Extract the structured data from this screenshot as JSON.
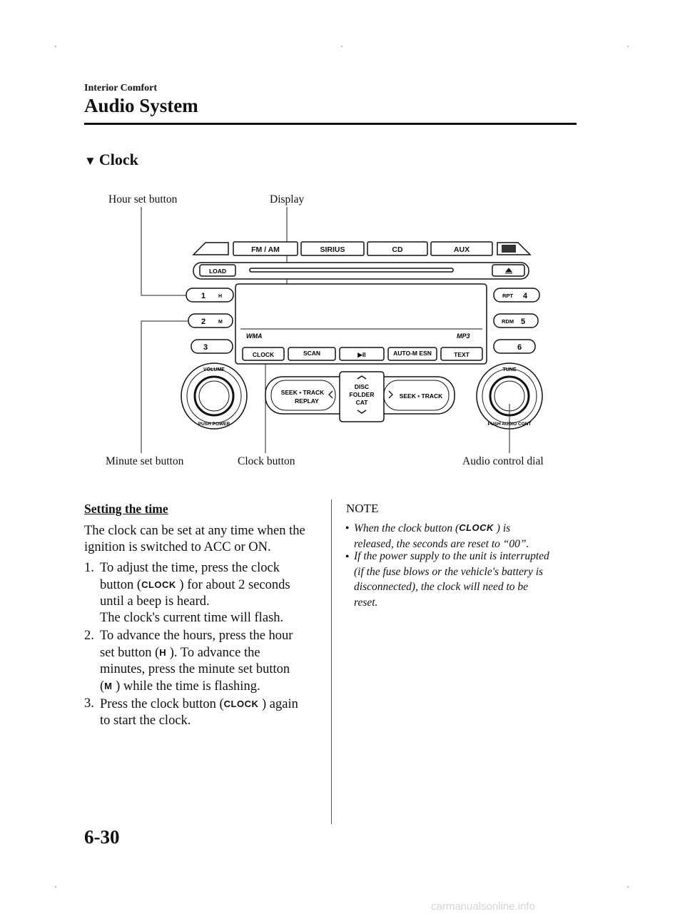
{
  "header": {
    "section": "Interior Comfort",
    "title": "Audio System"
  },
  "clock_heading": {
    "marker": "▼",
    "text": "Clock"
  },
  "figure": {
    "callouts": {
      "hour_set": "Hour set button",
      "display": "Display",
      "minute_set": "Minute set button",
      "clock_button": "Clock button",
      "audio_dial": "Audio control dial"
    },
    "panel": {
      "top_buttons": [
        "FM / AM",
        "SIRIUS",
        "CD",
        "AUX"
      ],
      "load": "LOAD",
      "eject_icon": "eject-icon",
      "presets_left": [
        {
          "num": "1",
          "tag": "H"
        },
        {
          "num": "2",
          "tag": "M"
        },
        {
          "num": "3",
          "tag": ""
        }
      ],
      "presets_right": [
        {
          "num": "4",
          "tag": "RPT"
        },
        {
          "num": "5",
          "tag": "RDM"
        },
        {
          "num": "6",
          "tag": ""
        }
      ],
      "bottom_row": [
        "CLOCK",
        "SCAN",
        "▶II",
        "AUTO-M  ESN",
        "TEXT"
      ],
      "seek_left": {
        "line1": "SEEK • TRACK",
        "line2": "REPLAY"
      },
      "center_block": [
        "DISC",
        "FOLDER",
        "CAT"
      ],
      "seek_right": "SEEK • TRACK",
      "volume_top": "VOLUME",
      "volume_bottom": "PUSH POWER",
      "tune_top": "TUNE",
      "tune_bottom": "PUSH AUDIO CONT"
    }
  },
  "setting": {
    "heading": "Setting the time",
    "intro": [
      "The clock can be set at any time when the",
      "ignition is switched to ACC or ON."
    ],
    "steps": [
      {
        "num": "1.",
        "lines": [
          "To adjust the time, press the clock",
          "button (CLOCK ) for about 2 seconds",
          "until a beep is heard.",
          "The clock's current time will flash."
        ]
      },
      {
        "num": "2.",
        "lines": [
          "To advance the hours, press the hour",
          "set button (H ). To advance the",
          "minutes, press the minute set button",
          "(M ) while the time is flashing."
        ]
      },
      {
        "num": "3.",
        "lines": [
          "Press the clock button (CLOCK ) again",
          "to start the clock."
        ]
      }
    ],
    "icons": {
      "clock": "CLOCK",
      "hour": "H",
      "minute": "M"
    }
  },
  "note": {
    "heading": "NOTE",
    "items": [
      [
        "When the clock button (CLOCK ) is",
        "released, the seconds are reset to “00”."
      ],
      [
        "If the power supply to the unit is interrupted",
        "(if the fuse blows or the vehicle's battery is",
        "disconnected), the clock will need to be",
        "reset."
      ]
    ]
  },
  "page_number": "6-30",
  "watermark": "carmanualsonline.info"
}
